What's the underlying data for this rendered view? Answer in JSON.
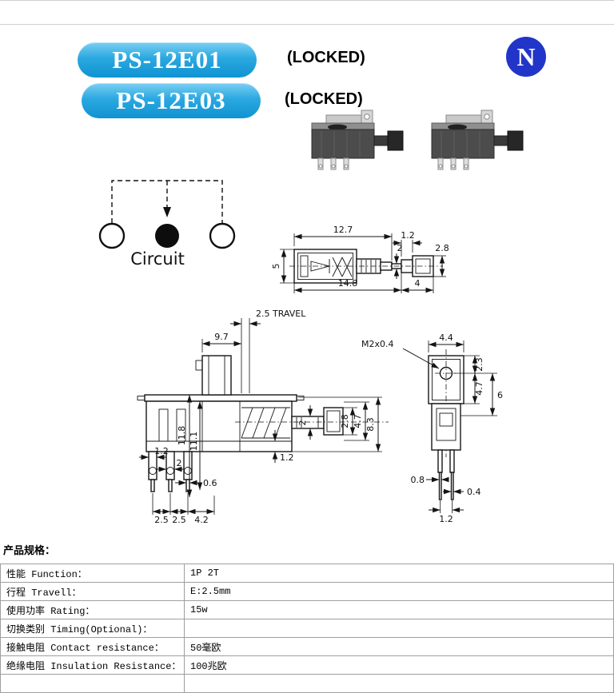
{
  "header": {
    "model1": "PS-12E01",
    "model2": "PS-12E03",
    "locked1": "(LOCKED)",
    "locked2": "(LOCKED)",
    "logo_letter": "N",
    "badge_color": "#1a9fdc",
    "logo_color": "#2136c8"
  },
  "circuit": {
    "label": "Circuit"
  },
  "drawings": {
    "top_view": {
      "width_top": "12.7",
      "gap": "1.2",
      "cap_height": "2.8",
      "neck": "2",
      "body_height": "5",
      "width_bottom": "14.8",
      "tip": "4"
    },
    "front_view": {
      "travel": "2.5 TRAVEL",
      "plunger": "9.7",
      "total_height": "11.8",
      "inner_height": "11.1",
      "shaft": "2",
      "cap": "2.8",
      "cap_overall": "4.7",
      "assembly": "8.3",
      "pin_width": "1.2",
      "pin_mid": "2",
      "pin_tip": "0.6",
      "pitch_a": "2.5",
      "pitch_b": "2.5",
      "pitch_edge": "4.2",
      "base": "1.2"
    },
    "side_view": {
      "thread": "M2x0.4",
      "plate_width": "4.4",
      "hole_top": "2.3",
      "hole_bottom": "4.7",
      "depth": "6",
      "pin_w": "0.8",
      "pin_t": "0.4",
      "pin_span": "1.2"
    }
  },
  "specs": {
    "title": "产品规格：",
    "rows": [
      {
        "label": "性能 Function：",
        "value": "1P 2T"
      },
      {
        "label": "行程 Travell：",
        "value": "E:2.5mm"
      },
      {
        "label": "使用功率 Rating：",
        "value": "15w"
      },
      {
        "label": "切换类别 Timing(Optional)：",
        "value": ""
      },
      {
        "label": "接触电阻 Contact resistance：",
        "value": "50毫欧"
      },
      {
        "label": "绝缘电阻 Insulation Resistance：",
        "value": "100兆欧"
      },
      {
        "label": "",
        "value": ""
      }
    ]
  }
}
